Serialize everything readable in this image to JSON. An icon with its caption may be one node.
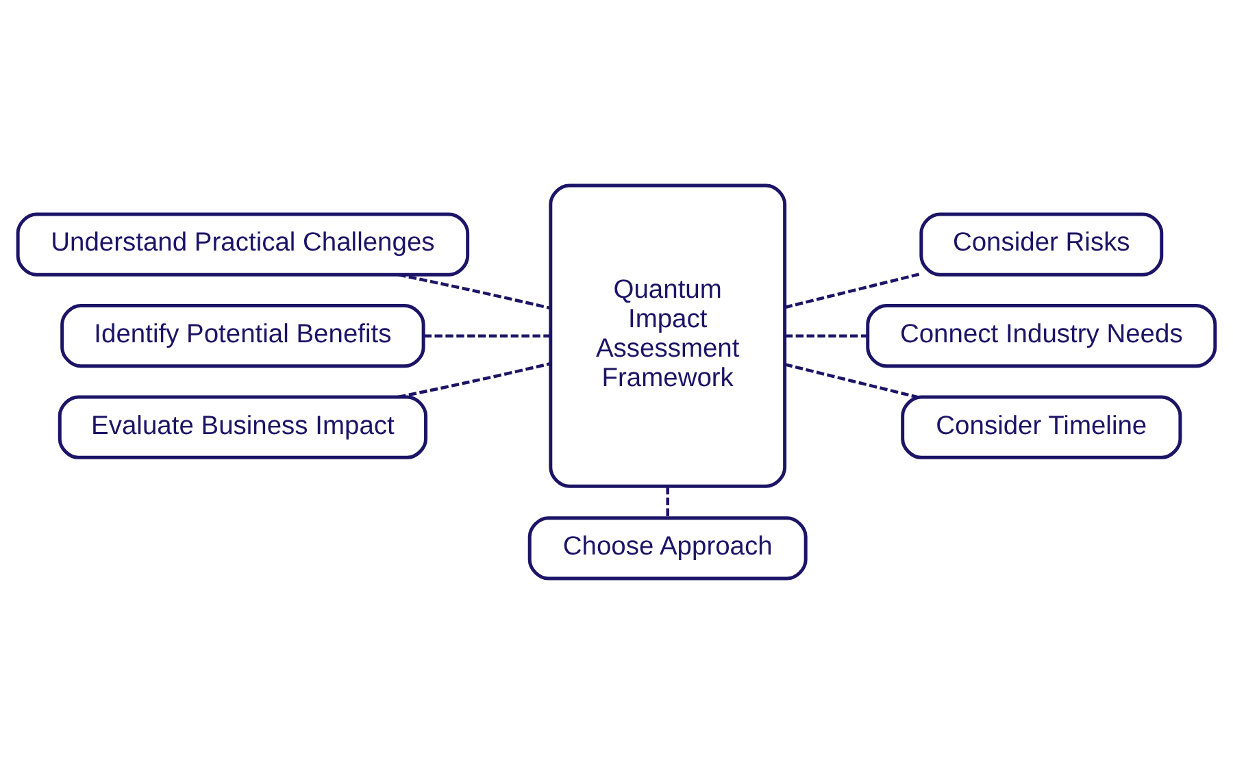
{
  "diagram": {
    "nodes": [
      {
        "text": [
          "Understand Practical Challenges"
        ]
      },
      {
        "text": [
          "Consider Risks"
        ]
      },
      {
        "text": [
          "Identify Potential Benefits"
        ]
      },
      {
        "text": [
          "Connect Industry Needs"
        ]
      },
      {
        "text": [
          "Quantum Impact Assessment Framework"
        ]
      },
      {
        "text": [
          "Evaluate Business Impact"
        ]
      },
      {
        "text": [
          "Consider Timeline"
        ]
      },
      {
        "text": [
          "Choose Approach"
        ]
      }
    ],
    "edges": [
      {
        "from": 0,
        "to": 4,
        "arrow": "none",
        "style": "dashed"
      },
      {
        "from": 4,
        "to": 1,
        "arrow": "none",
        "style": "dashed"
      },
      {
        "from": 2,
        "to": 4,
        "arrow": "none",
        "style": "dashed"
      },
      {
        "from": 4,
        "to": 3,
        "arrow": "none",
        "style": "dashed"
      },
      {
        "from": 5,
        "to": 4,
        "arrow": "none",
        "style": "dashed"
      },
      {
        "from": 4,
        "to": 6,
        "arrow": "none",
        "style": "dashed"
      },
      {
        "from": 4,
        "to": 7,
        "arrow": "none",
        "style": "dashed"
      }
    ]
  }
}
